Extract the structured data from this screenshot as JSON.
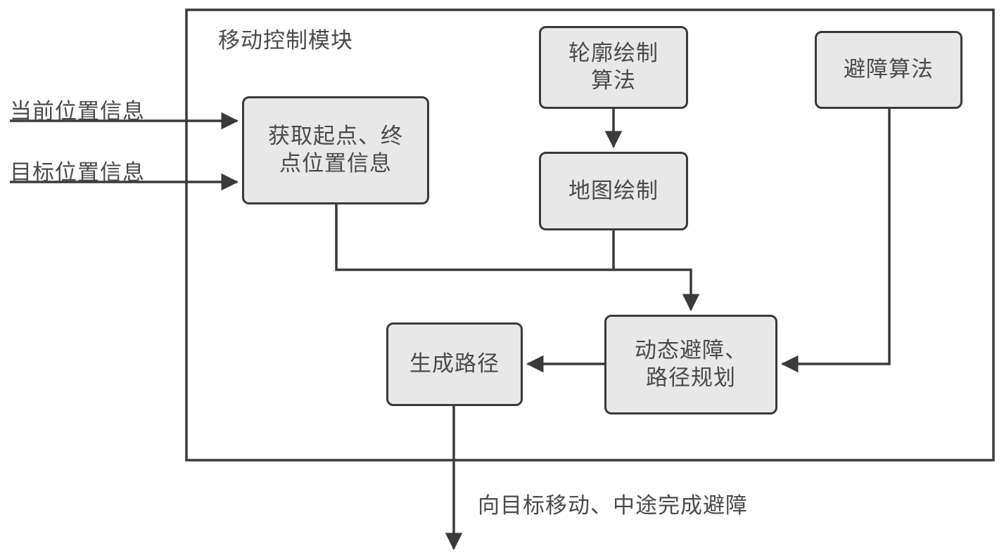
{
  "diagram": {
    "title": "",
    "container": {
      "label": "移动控制模块"
    },
    "nodes": [
      {
        "id": "acquire-endpoints",
        "label": "获取起点、终\n点位置信息"
      },
      {
        "id": "contour-algorithm",
        "label": "轮廓绘制\n算法"
      },
      {
        "id": "map-drawing",
        "label": "地图绘制"
      },
      {
        "id": "obstacle-algorithm",
        "label": "避障算法"
      },
      {
        "id": "dynamic-avoidance",
        "label": "动态避障、\n路径规划"
      },
      {
        "id": "generate-path",
        "label": "生成路径"
      }
    ],
    "input_labels": [
      {
        "id": "current-position",
        "label": "当前位置信息"
      },
      {
        "id": "target-position",
        "label": "目标位置信息"
      }
    ],
    "output_labels": [
      {
        "id": "move-to-target",
        "label": "向目标移动、中途完成避障"
      }
    ],
    "colors": {
      "node_fill": "#e8e8e8",
      "node_stroke": "#3a3a3a",
      "line": "#3a3a3a",
      "text": "#4a4a4a",
      "background": "#ffffff"
    }
  }
}
